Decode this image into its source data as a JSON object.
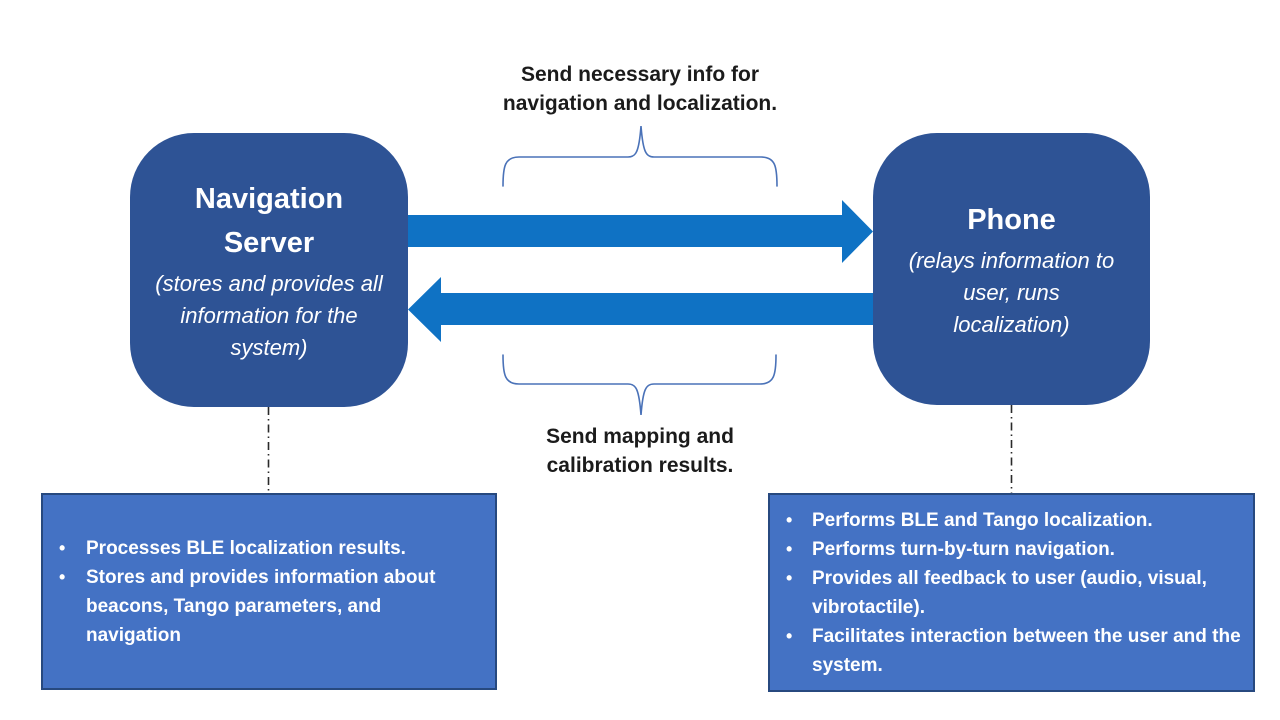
{
  "colors": {
    "background": "#ffffff",
    "node_fill": "#2e5395",
    "arrow_fill": "#0f72c4",
    "panel_fill": "#4472c4",
    "panel_border": "#27497f",
    "brace_stroke": "#4a72b8",
    "connector_stroke": "#2a2a2a",
    "node_text": "#ffffff",
    "caption_text": "#1b1b1b"
  },
  "captions": {
    "top_lines": [
      "Send necessary info for",
      "navigation and localization."
    ],
    "bottom_lines": [
      "Send mapping and",
      "calibration results."
    ]
  },
  "nodes": {
    "server": {
      "title": "Navigation Server",
      "subtitle": "(stores and provides all information for the system)"
    },
    "phone": {
      "title": "Phone",
      "subtitle": "(relays information to user, runs localization)"
    }
  },
  "panels": {
    "server": {
      "bullets": [
        "Processes BLE localization results.",
        "Stores and provides information about beacons, Tango parameters, and navigation"
      ]
    },
    "phone": {
      "bullets": [
        "Performs BLE and Tango localization.",
        "Performs turn-by-turn navigation.",
        "Provides all feedback to user (audio, visual, vibrotactile).",
        "Facilitates interaction between the user and the system."
      ]
    }
  }
}
